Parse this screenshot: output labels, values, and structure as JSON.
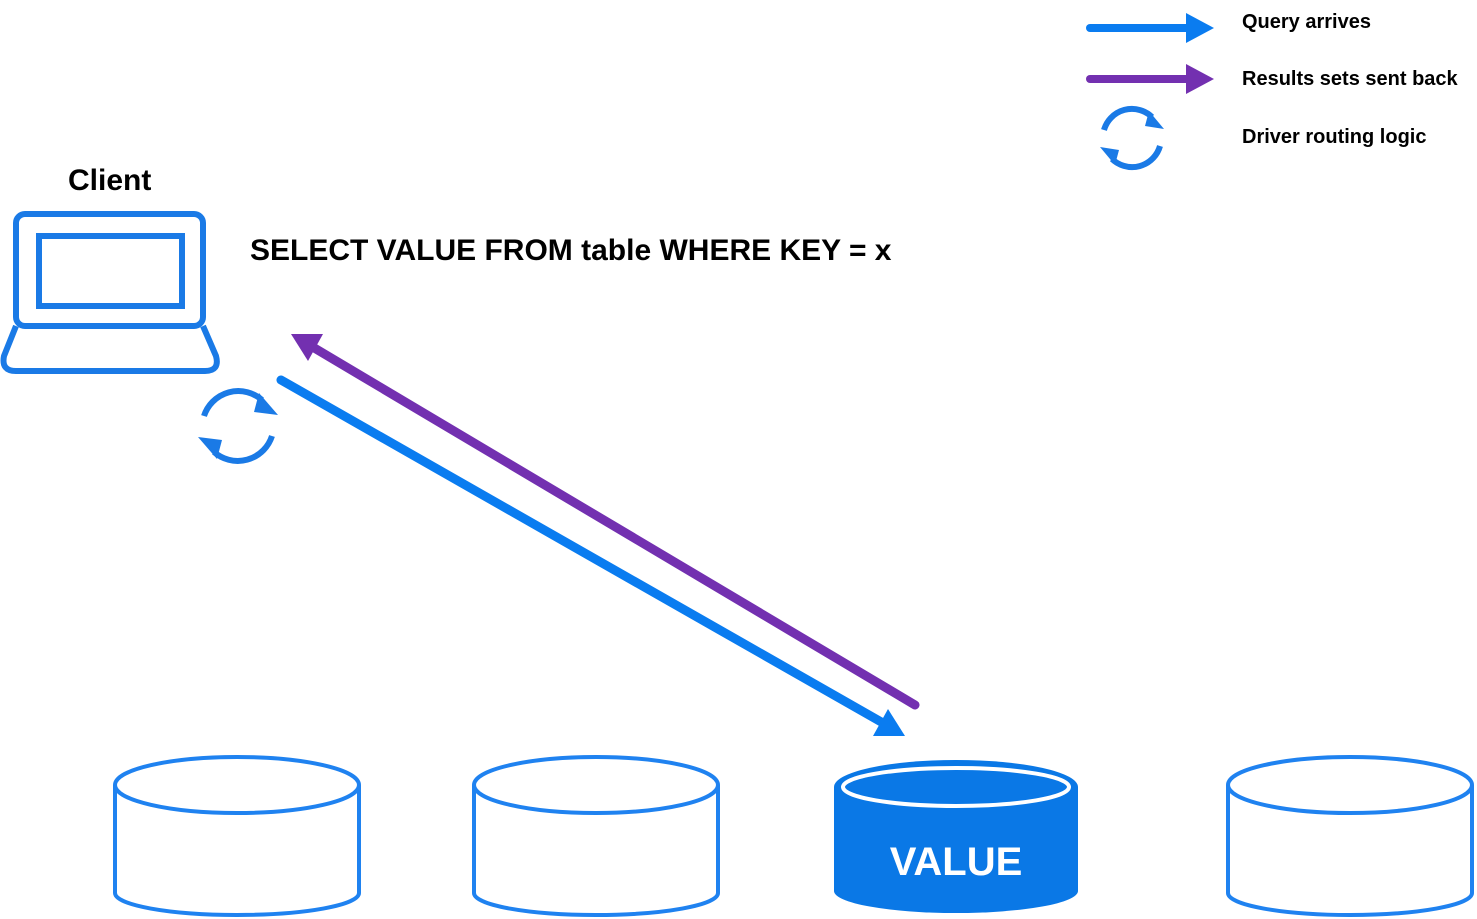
{
  "colors": {
    "query": "#0a7cf0",
    "results": "#7330b0",
    "routing": "#1a7ae6",
    "client": "#1a7ae6",
    "node_outline": "#1f82f0",
    "node_fill_highlight": "#0a78e6",
    "node_text": "#ffffff"
  },
  "icons": {
    "client": "laptop-icon",
    "routing": "refresh-cycle-icon",
    "node": "database-cylinder-icon",
    "query": "arrow-right-icon",
    "results": "arrow-left-icon"
  },
  "client": {
    "label": "Client"
  },
  "query": {
    "text": "SELECT VALUE FROM table WHERE KEY = x"
  },
  "legend": {
    "query_arrives": "Query arrives",
    "results_sent_back": "Results sets sent back",
    "driver_routing": "Driver routing logic"
  },
  "nodes": [
    {
      "label": "",
      "highlighted": false
    },
    {
      "label": "",
      "highlighted": false
    },
    {
      "label": "VALUE",
      "highlighted": true
    },
    {
      "label": "",
      "highlighted": false
    }
  ]
}
